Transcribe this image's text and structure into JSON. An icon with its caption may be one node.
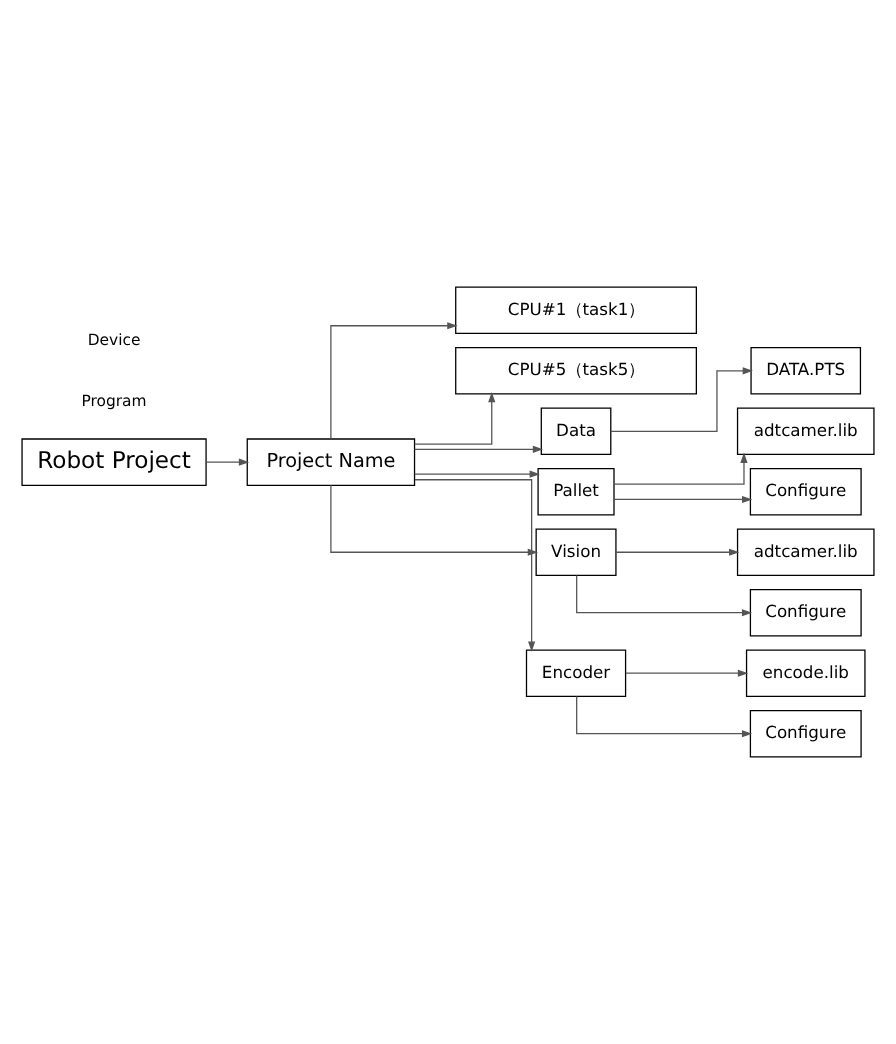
{
  "diagram": {
    "nodes": [
      {
        "text": [
          "Robot Project"
        ]
      },
      {
        "text": [
          "Project Name"
        ]
      },
      {
        "text": [
          "CPU#1（task1）"
        ]
      },
      {
        "text": [
          "CPU#5（task5）"
        ]
      },
      {
        "text": [
          "Data"
        ]
      },
      {
        "text": [
          "DATA.PTS"
        ]
      },
      {
        "text": [
          "Pallet"
        ]
      },
      {
        "text": [
          "adtcamer.lib"
        ]
      },
      {
        "text": [
          "Configure"
        ]
      },
      {
        "text": [
          "Vision"
        ]
      },
      {
        "text": [
          "adtcamer.lib"
        ]
      },
      {
        "text": [
          "Configure"
        ]
      },
      {
        "text": [
          "Encoder"
        ]
      },
      {
        "text": [
          "encode.lib"
        ]
      },
      {
        "text": [
          "Configure"
        ]
      }
    ],
    "edges": [
      {
        "from": 0,
        "to": 1,
        "arrow": "to"
      },
      {
        "from": 1,
        "to": 2,
        "arrow": "to"
      },
      {
        "from": 1,
        "to": 3,
        "arrow": "to"
      },
      {
        "from": 1,
        "to": 4,
        "arrow": "to"
      },
      {
        "from": 4,
        "to": 5,
        "arrow": "to"
      },
      {
        "from": 1,
        "to": 6,
        "arrow": "to"
      },
      {
        "from": 6,
        "to": 7,
        "arrow": "to"
      },
      {
        "from": 6,
        "to": 8,
        "arrow": "to"
      },
      {
        "from": 1,
        "to": 9,
        "arrow": "to"
      },
      {
        "from": 9,
        "to": 10,
        "arrow": "to"
      },
      {
        "from": 9,
        "to": 11,
        "arrow": "to"
      },
      {
        "from": 1,
        "to": 12,
        "arrow": "to"
      },
      {
        "from": 12,
        "to": 13,
        "arrow": "to"
      },
      {
        "from": 12,
        "to": 14,
        "arrow": "to"
      }
    ],
    "labels": [
      "Program",
      "Device"
    ]
  }
}
